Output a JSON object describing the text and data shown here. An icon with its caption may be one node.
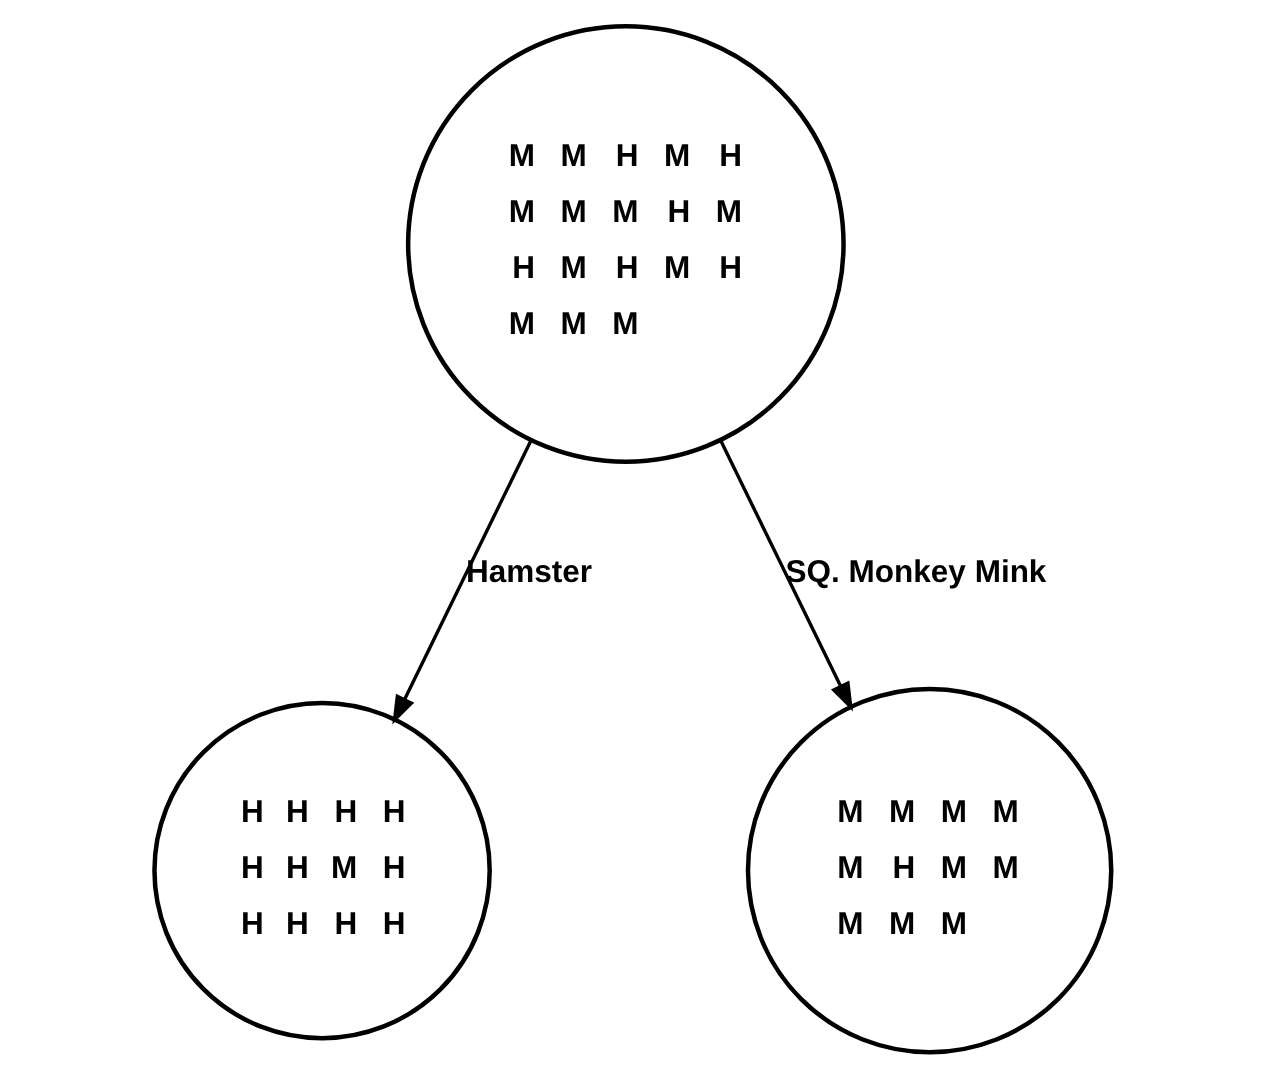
{
  "diagram": {
    "nodes": [
      {
        "text": [
          "M",
          "M",
          "H",
          "M",
          "H",
          "M",
          "M",
          "M",
          "H",
          "M",
          "H",
          "M",
          "H",
          "M",
          "H",
          "M",
          "M",
          "M"
        ]
      },
      {
        "text": [
          "H",
          "H",
          "H",
          "H",
          "H",
          "H",
          "M",
          "H",
          "H",
          "H",
          "H",
          "H"
        ]
      },
      {
        "text": [
          "M",
          "M",
          "M",
          "M",
          "M",
          "H",
          "M",
          "M",
          "M",
          "M",
          "M"
        ]
      }
    ],
    "edges": [
      {
        "from": 0,
        "to": 1,
        "arrow": "to",
        "label": "Hamster"
      },
      {
        "from": 0,
        "to": 2,
        "arrow": "to",
        "label": "SQ. Monkey Mink"
      }
    ]
  }
}
